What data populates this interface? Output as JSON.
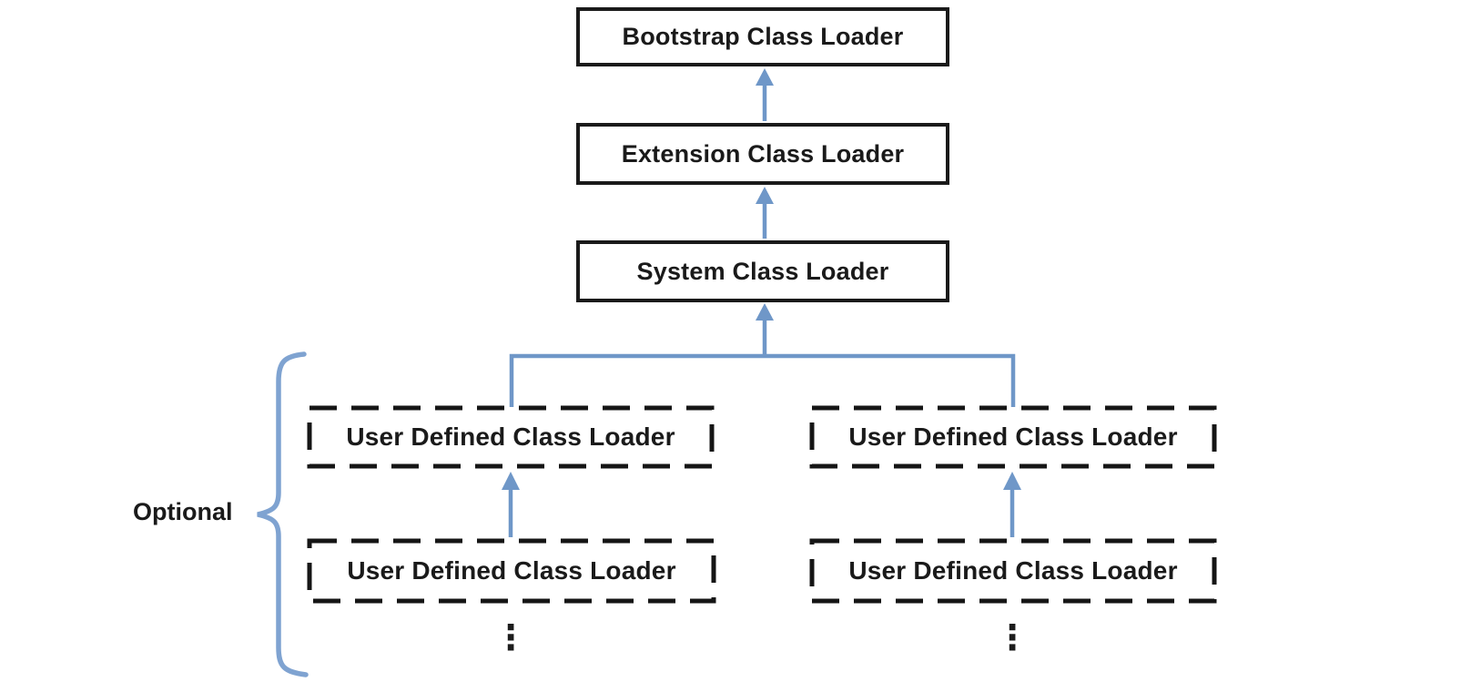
{
  "diagram": {
    "type": "hierarchy-flowchart",
    "subject": "Class Loader Hierarchy",
    "boxes": {
      "bootstrap": {
        "label": "Bootstrap Class Loader",
        "border_style": "solid"
      },
      "extension": {
        "label": "Extension Class Loader",
        "border_style": "solid"
      },
      "system": {
        "label": "System Class Loader",
        "border_style": "solid"
      },
      "user_defined": [
        {
          "label": "User Defined Class Loader",
          "border_style": "dashed",
          "column": "left",
          "row": 1
        },
        {
          "label": "User Defined Class Loader",
          "border_style": "dashed",
          "column": "right",
          "row": 1
        },
        {
          "label": "User Defined Class Loader",
          "border_style": "dashed",
          "column": "left",
          "row": 2
        },
        {
          "label": "User Defined Class Loader",
          "border_style": "dashed",
          "column": "right",
          "row": 2
        }
      ]
    },
    "annotations": {
      "optional_label": "Optional",
      "ellipsis_glyph": "⋮"
    },
    "connections": [
      {
        "from": "extension",
        "to": "bootstrap",
        "type": "arrow-up"
      },
      {
        "from": "system",
        "to": "extension",
        "type": "arrow-up"
      },
      {
        "from": "user-defined-branch",
        "to": "system",
        "type": "arrow-up"
      },
      {
        "from": "user_defined-left-row2",
        "to": "user_defined-left-row1",
        "type": "arrow-up"
      },
      {
        "from": "user_defined-right-row2",
        "to": "user_defined-right-row1",
        "type": "arrow-up"
      }
    ],
    "colors": {
      "connector_blue": "#6f97c8",
      "brace_blue": "#7fa3d1",
      "box_border": "#1a1a1a",
      "text": "#1a1a1a",
      "background": "#ffffff"
    }
  }
}
